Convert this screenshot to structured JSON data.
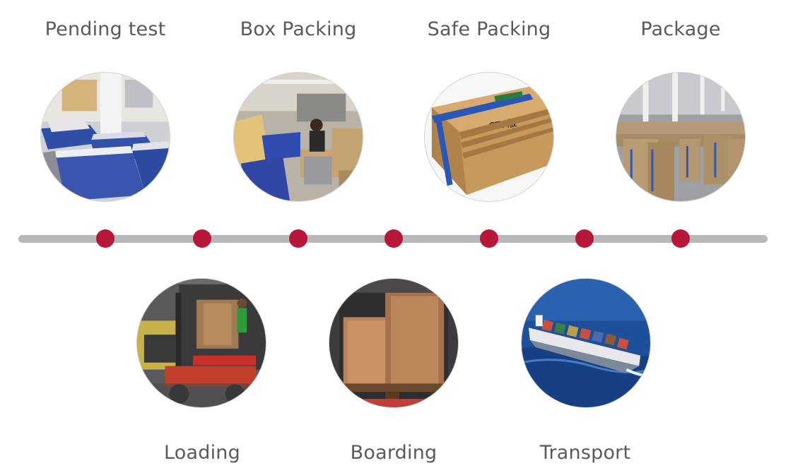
{
  "steps_top": [
    {
      "label": "Pending test",
      "image": "printing-plates-stack-photo"
    },
    {
      "label": "Box Packing",
      "image": "factory-packing-worker-photo"
    },
    {
      "label": "Safe Packing",
      "image": "ctp-carton-box-photo"
    },
    {
      "label": "Package",
      "image": "warehouse-cartons-photo"
    }
  ],
  "steps_bottom": [
    {
      "label": "Loading",
      "image": "forklift-loading-photo"
    },
    {
      "label": "Boarding",
      "image": "container-pallets-photo"
    },
    {
      "label": "Transport",
      "image": "container-ship-photo"
    }
  ],
  "colors": {
    "timeline": "#b8b8b8",
    "dot": "#b8173c",
    "text": "#5a5a5a"
  }
}
